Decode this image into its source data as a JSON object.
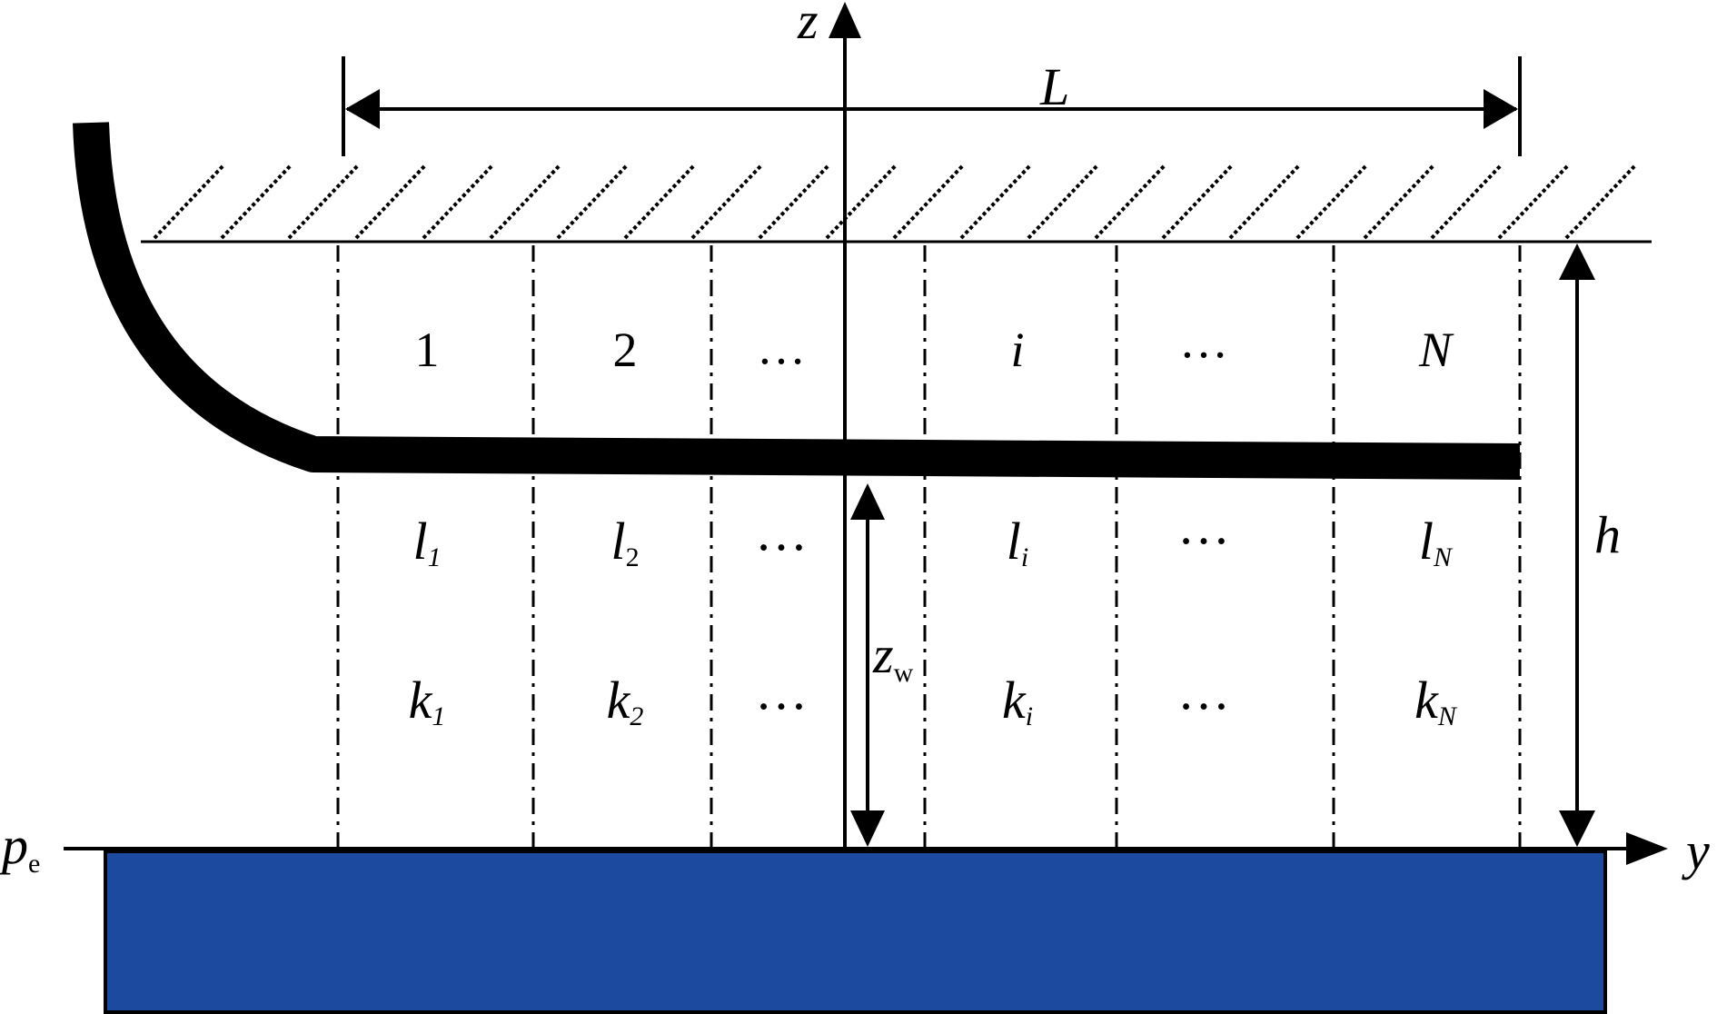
{
  "axes": {
    "z_label": "z",
    "y_label": "y"
  },
  "dimensions": {
    "length_label": "L",
    "height_label": "h",
    "wellbore_height": {
      "base": "z",
      "sub": "w"
    }
  },
  "boundary": {
    "pressure": {
      "base": "p",
      "sub": "e"
    }
  },
  "segments": {
    "numbers": [
      "1",
      "2",
      "…",
      "i",
      "…",
      "N"
    ],
    "lengths": [
      {
        "base": "l",
        "sub": "1"
      },
      {
        "base": "l",
        "sub": "2"
      },
      {
        "base": "…",
        "sub": ""
      },
      {
        "base": "l",
        "sub": "i"
      },
      {
        "base": "…",
        "sub": ""
      },
      {
        "base": "l",
        "sub": "N"
      }
    ],
    "permeabilities": [
      {
        "base": "k",
        "sub": "1"
      },
      {
        "base": "k",
        "sub": "2"
      },
      {
        "base": "…",
        "sub": ""
      },
      {
        "base": "k",
        "sub": "i"
      },
      {
        "base": "…",
        "sub": ""
      },
      {
        "base": "k",
        "sub": "N"
      }
    ]
  },
  "colors": {
    "aquifer_fill": "#1c4a9e",
    "line": "#000000",
    "background": "#ffffff"
  }
}
